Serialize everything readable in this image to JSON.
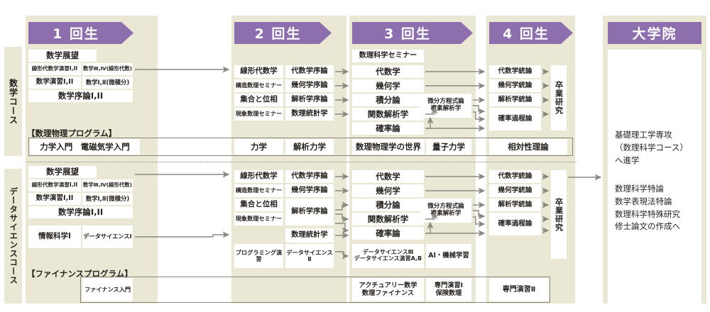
{
  "diagram": {
    "title_banners": [
      {
        "id": "y1",
        "label": "1 回生",
        "shape": "arrow"
      },
      {
        "id": "y2",
        "label": "2 回生",
        "shape": "arrow"
      },
      {
        "id": "y3",
        "label": "3 回生",
        "shape": "arrow"
      },
      {
        "id": "y4",
        "label": "4 回生",
        "shape": "arrow"
      },
      {
        "id": "grad",
        "label": "大学院",
        "shape": "rect"
      }
    ],
    "accent_color": "#8d6fae",
    "column_bg": "#ebe7d5",
    "cell_bg": "#ffffff",
    "text_color": "#231f1c"
  },
  "sidebar": {
    "math_course_label": "数学コース",
    "data_science_course_label": "データサイエンスコース"
  },
  "math_course": {
    "year1": {
      "overview": "数学展望",
      "row_a_left": "線形代数学演習I,II",
      "row_a_right": "数学Ⅲ,Ⅳ(線形代数)",
      "row_b_left": "数学演習I,II",
      "row_b_right": "数学I,Ⅱ(微積分)",
      "row_c": "数学序論I,II"
    },
    "year2": {
      "col1": [
        "線形代数学",
        "構造数理セミナー",
        "集合と位相",
        "現象数理セミナー"
      ],
      "col2": [
        "代数学序論",
        "幾何学序論",
        "解析学序論",
        "数理統計学"
      ]
    },
    "year3": {
      "seminar": "数理科学セミナー",
      "courses": [
        "代数学",
        "幾何学",
        "積分論",
        "関数解析学",
        "確率論"
      ],
      "side_box": "微分方程式論\n複素解析学"
    },
    "year4": {
      "courses": [
        "代数学統論",
        "幾何学統論",
        "解析学統論",
        "確率過程論"
      ],
      "thesis": "卒業研究"
    },
    "physics_program": {
      "label": "【数理物理プログラム】",
      "year1": "力学入門　電磁気学入門",
      "year2_a": "力学",
      "year2_b": "解析力学",
      "year3_a": "数理物理学の世界",
      "year3_b": "量子力学",
      "year4": "相対性理論"
    }
  },
  "data_science_course": {
    "year1": {
      "overview": "数学展望",
      "row_a_left": "線形代数学演習I,II",
      "row_a_right": "数学Ⅲ,Ⅳ(線形代数)",
      "row_b_left": "数学演習I,II",
      "row_b_right": "数学I,Ⅱ(微積分)",
      "row_c": "数学序論I,II",
      "info_left": "情報科学I",
      "info_right": "データサイエンスI"
    },
    "year2": {
      "col1": [
        "線形代数学",
        "構造数理セミナー",
        "集合と位相",
        "現象数理セミナー",
        "プログラミング演習"
      ],
      "col2_algebra": "代数学序論",
      "col2_geometry": "幾何学序論",
      "col2_analysis": "解析学序論",
      "col2_stats": "数理統計学",
      "col2_ds": "データサイエンスⅡ"
    },
    "year3": {
      "courses": [
        "代数学",
        "幾何学",
        "積分論",
        "関数解析学",
        "確率論"
      ],
      "ds_block": "データサイエンスⅢ\nデータサイエンス演習A,B",
      "ai_block": "AI・機械学習",
      "side_box": "微分方程式論\n複素解析学"
    },
    "year4": {
      "courses": [
        "代数学統論",
        "幾何学統論",
        "解析学統論",
        "確率過程論"
      ],
      "thesis": "卒業研究"
    },
    "finance_program": {
      "label": "【ファイナンスプログラム】",
      "year1": "ファイナンス入門",
      "year3": "アクチュアリー数学\n数理ファイナンス",
      "year3b": "専門演習I\n保険数理",
      "year4": "専門演習Ⅱ"
    }
  },
  "graduate": {
    "admission": "基礎理工学専攻\n（数理科学コース）\nへ進学",
    "studies": "数理科学特論\n数学表現法特論\n数理科学特殊研究\n修士論文の作成へ"
  }
}
